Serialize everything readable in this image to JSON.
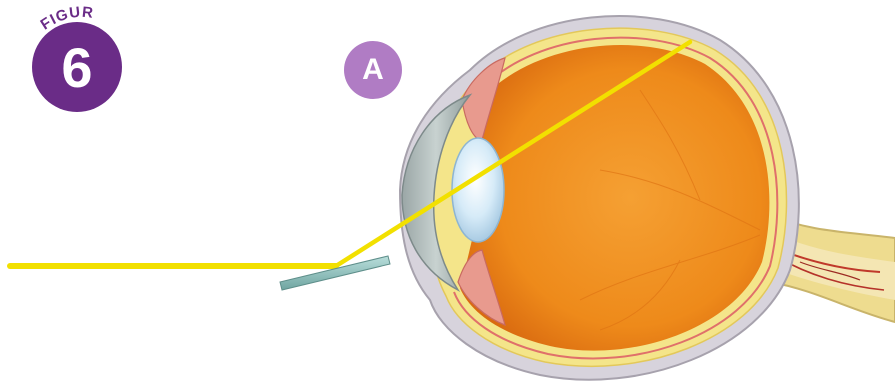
{
  "figure": {
    "word": "FIGUR",
    "number": "6",
    "badge_color": "#6a2c87"
  },
  "panel_label": {
    "text": "A",
    "color": "#b07cc4"
  },
  "illustration": {
    "subject": "eye-cross-section-icon",
    "colors": {
      "light_ray": "#f2e000",
      "mirror": "#8fbfbc",
      "iris": "#e08a80",
      "retina_interior": "#f08a18",
      "sclera": "#cfcbd4",
      "optic_nerve": "#f0dc90",
      "lens": "#cfe6f6"
    }
  }
}
